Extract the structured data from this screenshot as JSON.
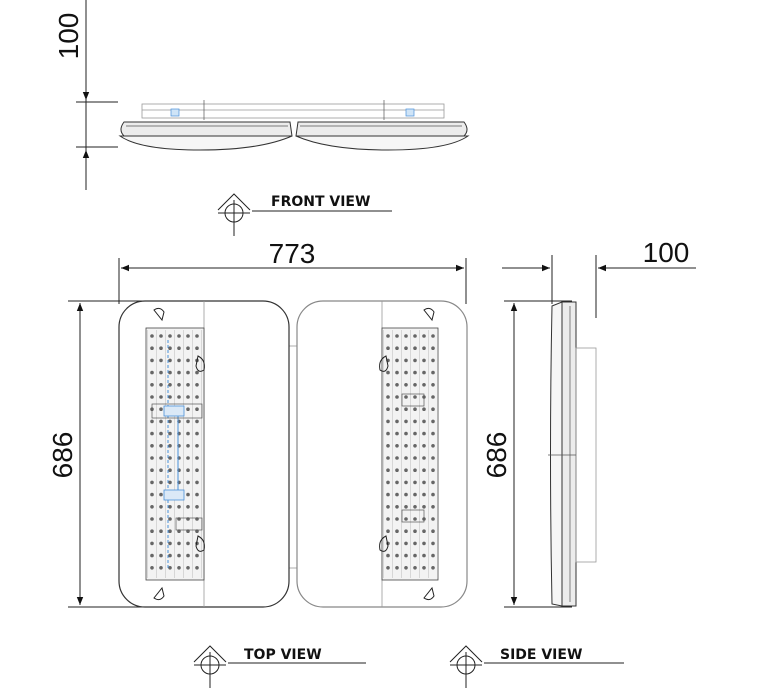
{
  "dimensions": {
    "front_height": "100",
    "width": "773",
    "height": "686",
    "side_height": "686",
    "side_depth": "100"
  },
  "views": {
    "front": "FRONT VIEW",
    "top": "TOP VIEW",
    "side": "SIDE VIEW"
  },
  "colors": {
    "line": "#222222",
    "accent": "#4a90d9"
  }
}
